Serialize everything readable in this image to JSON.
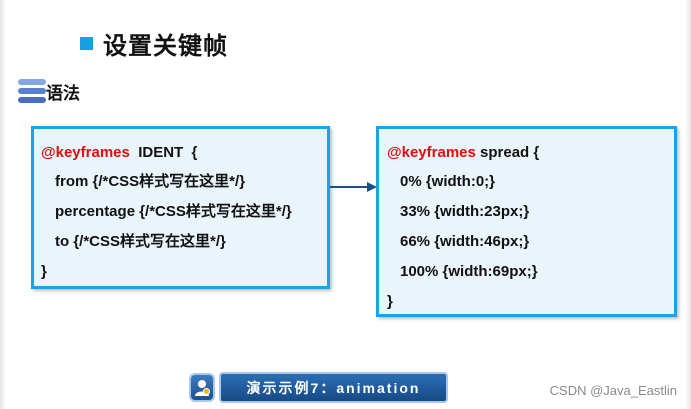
{
  "title": "设置关键帧",
  "section_label": "语法",
  "syntax_box": {
    "line1_keyword": "@keyframes",
    "line1_rest": "  IDENT  {",
    "line2": "from {/*CSS样式写在这里*/}",
    "line3": "percentage {/*CSS样式写在这里*/}",
    "line4": "to {/*CSS样式写在这里*/}",
    "line5": "}"
  },
  "example_box": {
    "line1_keyword": "@keyframes",
    "line1_rest": " spread {",
    "line2": "0% {width:0;}",
    "line3": "33% {width:23px;}",
    "line4": "66% {width:46px;}",
    "line5": "100% {width:69px;}",
    "line6": "}"
  },
  "demo_button": {
    "label": "演示示例7：animation",
    "icon": "demo-person-icon"
  },
  "watermark": "CSDN @Java_Eastlin",
  "colors": {
    "accent_blue": "#1aa3e8",
    "keyword_red": "#e00d0d",
    "box_fill": "#eaf4fb",
    "badge_blue": "#1d4f8e"
  }
}
